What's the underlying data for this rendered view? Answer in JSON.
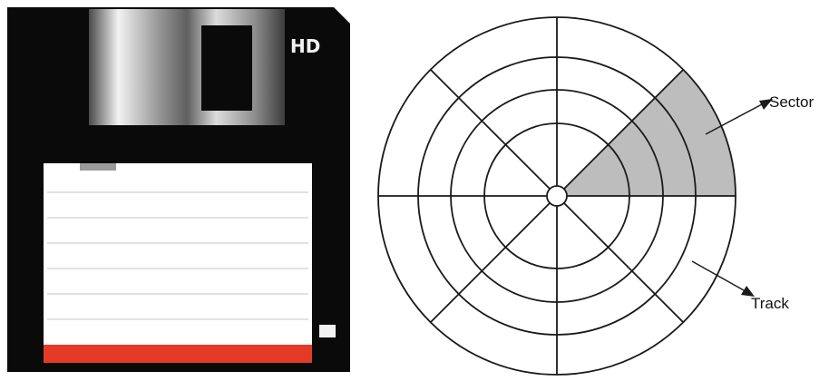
{
  "floppy_disk": {
    "density_mark": "HD",
    "colors": {
      "body": "#0a0a0a",
      "shutter_light": "#f0f0f0",
      "shutter_dark": "#6a6a6a",
      "label_area": "#ffffff",
      "label_rule": "#d9d9d9",
      "label_stripe": "#e53b26"
    }
  },
  "disk_diagram": {
    "track_count": 4,
    "sector_count": 8,
    "highlighted_sector": 1,
    "labels": {
      "sector": "Sector",
      "track": "Track"
    },
    "colors": {
      "stroke": "#1a1a1a",
      "sector_fill": "#bdbdbd"
    }
  }
}
